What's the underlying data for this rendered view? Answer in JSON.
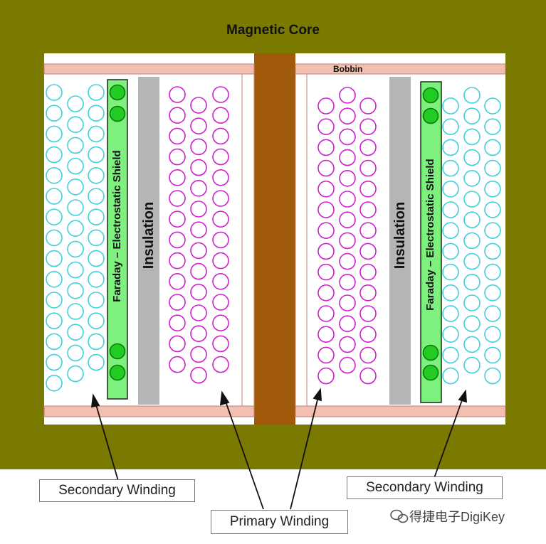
{
  "title": "Magnetic Core",
  "bobbin_label": "Bobbin",
  "insulation_label": "Insulation",
  "shield_label": "Faraday – Electrostatic Shield",
  "labels": {
    "secondary_left": "Secondary Winding",
    "secondary_right": "Secondary Winding",
    "primary": "Primary Winding"
  },
  "watermark": "得捷电子DigiKey",
  "colors": {
    "core": "#7a7a00",
    "center_leg": "#a05a0a",
    "bobbin": "#f2bfb0",
    "insulation": "#b5b5b5",
    "shield": "#7ef07e",
    "shield_dot": "#22cc22",
    "secondary": "#3fd0d8",
    "primary": "#cc22cc"
  }
}
